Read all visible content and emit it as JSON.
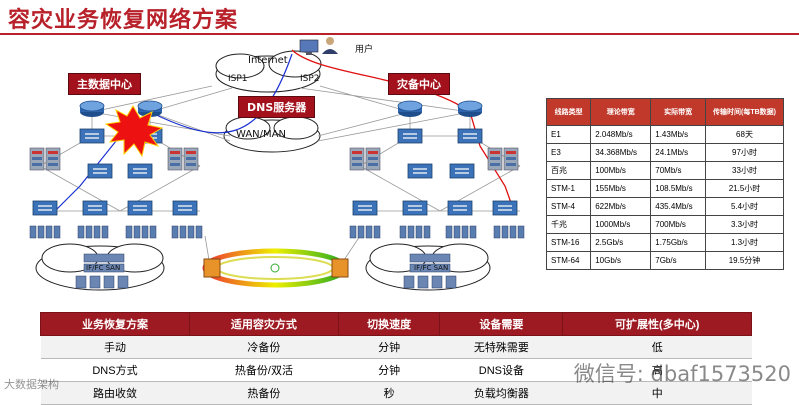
{
  "title": "容灾业务恢复网络方案",
  "diagram": {
    "internet": "Internet",
    "user": "用户",
    "isp1": "ISP1",
    "isp2": "ISP2",
    "primary_dc": "主数据中心",
    "backup_dc": "灾备中心",
    "dns_server": "DNS服务器",
    "wan": "WAN/MAN",
    "san_left": "IF/FC SAN",
    "san_right": "IF/FC SAN"
  },
  "bandwidth_table": {
    "headers": [
      "线路类型",
      "理论带宽",
      "实际带宽",
      "传输时间(每TB数据)"
    ],
    "rows": [
      [
        "E1",
        "2.048Mb/s",
        "1.43Mb/s",
        "68天"
      ],
      [
        "E3",
        "34.368Mb/s",
        "24.1Mb/s",
        "97小时"
      ],
      [
        "百兆",
        "100Mb/s",
        "70Mb/s",
        "33小时"
      ],
      [
        "STM-1",
        "155Mb/s",
        "108.5Mb/s",
        "21.5小时"
      ],
      [
        "STM-4",
        "622Mb/s",
        "435.4Mb/s",
        "5.4小时"
      ],
      [
        "千兆",
        "1000Mb/s",
        "700Mb/s",
        "3.3小时"
      ],
      [
        "STM-16",
        "2.5Gb/s",
        "1.75Gb/s",
        "1.3小时"
      ],
      [
        "STM-64",
        "10Gb/s",
        "7Gb/s",
        "19.5分钟"
      ]
    ]
  },
  "recovery_table": {
    "headers": [
      "业务恢复方案",
      "适用容灾方式",
      "切换速度",
      "设备需要",
      "可扩展性(多中心)"
    ],
    "rows": [
      [
        "手动",
        "冷备份",
        "分钟",
        "无特殊需要",
        "低"
      ],
      [
        "DNS方式",
        "热备份/双活",
        "分钟",
        "DNS设备",
        "高"
      ],
      [
        "路由收敛",
        "热备份",
        "秒",
        "负载均衡器",
        "中"
      ]
    ]
  },
  "watermark": "微信号: dbaf1573520",
  "watermark_small": "大数据架构"
}
